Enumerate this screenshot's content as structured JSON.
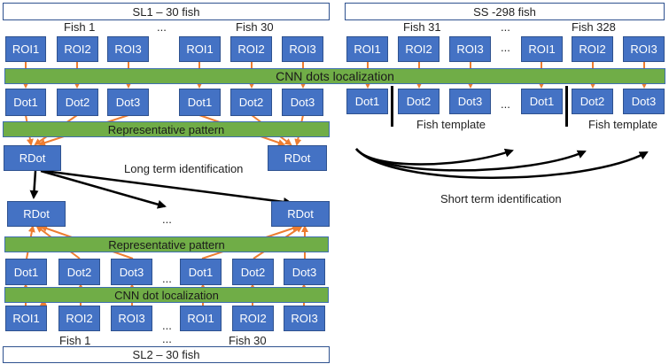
{
  "titles": {
    "sl1": "SL1 – 30 fish",
    "ss": "SS -298 fish",
    "sl2": "SL2 – 30 fish"
  },
  "fish_labels": {
    "sl1_first": "Fish 1",
    "sl1_last": "Fish 30",
    "ss_first": "Fish 31",
    "ss_last": "Fish 328",
    "sl2_first": "Fish 1",
    "sl2_last": "Fish 30"
  },
  "nodes": {
    "roi1": "ROI1",
    "roi2": "ROI2",
    "roi3": "ROI3",
    "dot1": "Dot1",
    "dot2": "Dot2",
    "dot3": "Dot3",
    "rdot": "RDot"
  },
  "bands": {
    "cnn_dots_localization": "CNN dots localization",
    "cnn_dot_localization": "CNN dot localization",
    "representative_pattern": "Representative pattern"
  },
  "labels": {
    "long_term": "Long term identification",
    "short_term": "Short term identification",
    "fish_template": "Fish template",
    "ellipsis": "..."
  },
  "colors": {
    "node_fill": "#4472c4",
    "band_fill": "#70ad47",
    "arrow_orange": "#ed7d31",
    "arrow_black": "#000000"
  }
}
